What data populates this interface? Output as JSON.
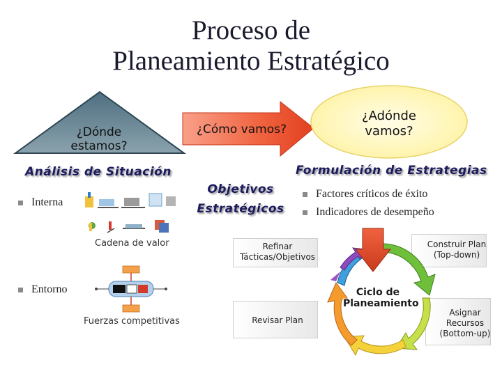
{
  "title": {
    "line1": "Proceso de",
    "line2": "Planeamiento Estratégico"
  },
  "triangle": {
    "label": "¿Dónde estamos?"
  },
  "arrow": {
    "label": "¿Cómo vamos?"
  },
  "ellipse": {
    "label": "¿Adónde vamos?"
  },
  "analisis": {
    "heading": "Análisis de Situación",
    "bullets": [
      "Interna",
      "Entorno"
    ],
    "cadena_caption": "Cadena de valor",
    "fuerzas_caption": "Fuerzas competitivas"
  },
  "objetivos": {
    "heading": "Objetivos Estratégicos"
  },
  "formulacion": {
    "heading": "Formulación de Estrategias",
    "bullets": [
      "Factores críticos de éxito",
      "Indicadores de desempeño"
    ]
  },
  "ciclo": {
    "label": "Ciclo de Planeamiento",
    "refinar": "Refinar Tácticas/Objetivos",
    "construir": "Construir Plan (Top-down)",
    "asignar": "Asignar Recursos (Bottom-up)",
    "revisar": "Revisar Plan"
  },
  "colors": {
    "triangle": "#5f7d8c",
    "arrow": "#e8472a",
    "ellipse": "#fff7c0",
    "heading": "#1b1b5e"
  }
}
